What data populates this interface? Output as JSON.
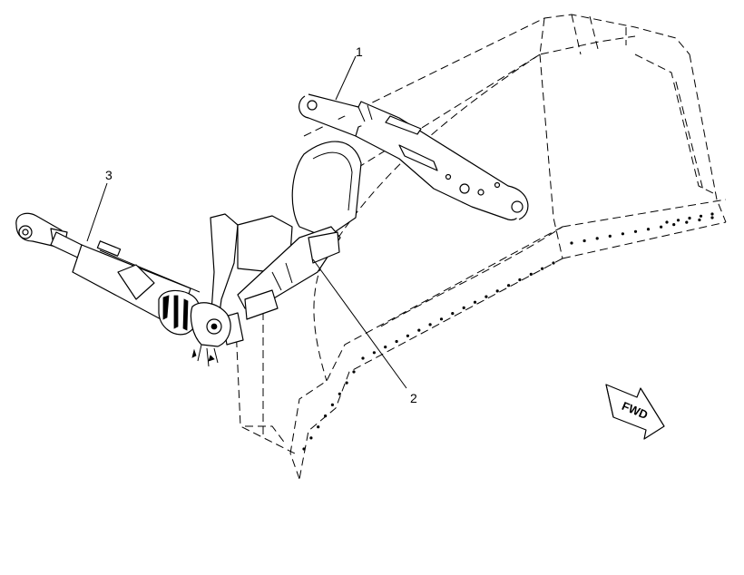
{
  "callouts": [
    {
      "id": "callout-1",
      "label": "1"
    },
    {
      "id": "callout-2",
      "label": "2"
    },
    {
      "id": "callout-3",
      "label": "3"
    }
  ],
  "direction_indicator": {
    "label": "FWD"
  },
  "icons": [
    "fwd-arrow-icon"
  ]
}
